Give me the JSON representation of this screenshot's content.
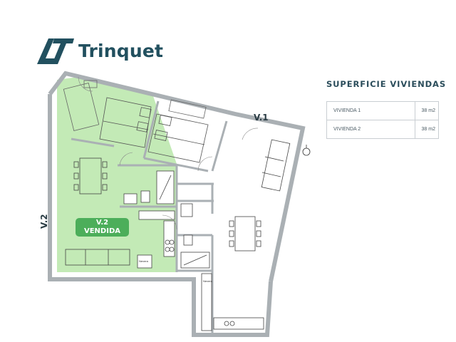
{
  "brand": {
    "name": "Trinquet",
    "colors": {
      "primary": "#22505f",
      "sold_zone": "#c3eab6",
      "sold_badge": "#4cae5a"
    }
  },
  "surface_table": {
    "title": "SUPERFICIE VIVIENDAS",
    "rows": [
      {
        "unit": "VIVIENDA 1",
        "area": "38 m2"
      },
      {
        "unit": "VIVIENDA 2",
        "area": "38 m2"
      }
    ]
  },
  "plan": {
    "unit_labels": {
      "v1": "V.1",
      "v2": "V.2"
    },
    "sold_badge": {
      "line1": "V.2",
      "line2": "VENDIDA"
    },
    "appliance_labels": {
      "fridge_v2": "Nevera",
      "fridge_v1": "Nevera"
    }
  }
}
